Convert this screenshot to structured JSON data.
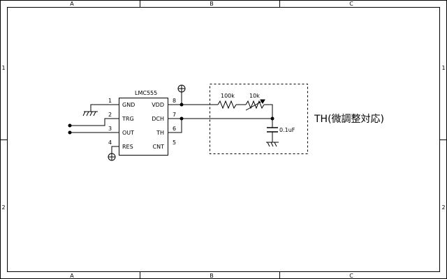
{
  "frame": {
    "columns": [
      "A",
      "B",
      "C"
    ],
    "rows": [
      "1",
      "2"
    ]
  },
  "ic": {
    "name": "LMC555",
    "left_pins": [
      {
        "num": "1",
        "label": "GND"
      },
      {
        "num": "2",
        "label": "TRG"
      },
      {
        "num": "3",
        "label": "OUT"
      },
      {
        "num": "4",
        "label": "RES"
      }
    ],
    "right_pins": [
      {
        "num": "8",
        "label": "VDD"
      },
      {
        "num": "7",
        "label": "DCH"
      },
      {
        "num": "6",
        "label": "TH"
      },
      {
        "num": "5",
        "label": "CNT"
      }
    ]
  },
  "components": {
    "r1": "100k",
    "r2": "10k",
    "c1": "0.1uF"
  },
  "annotation": "TH(微調整対応)"
}
